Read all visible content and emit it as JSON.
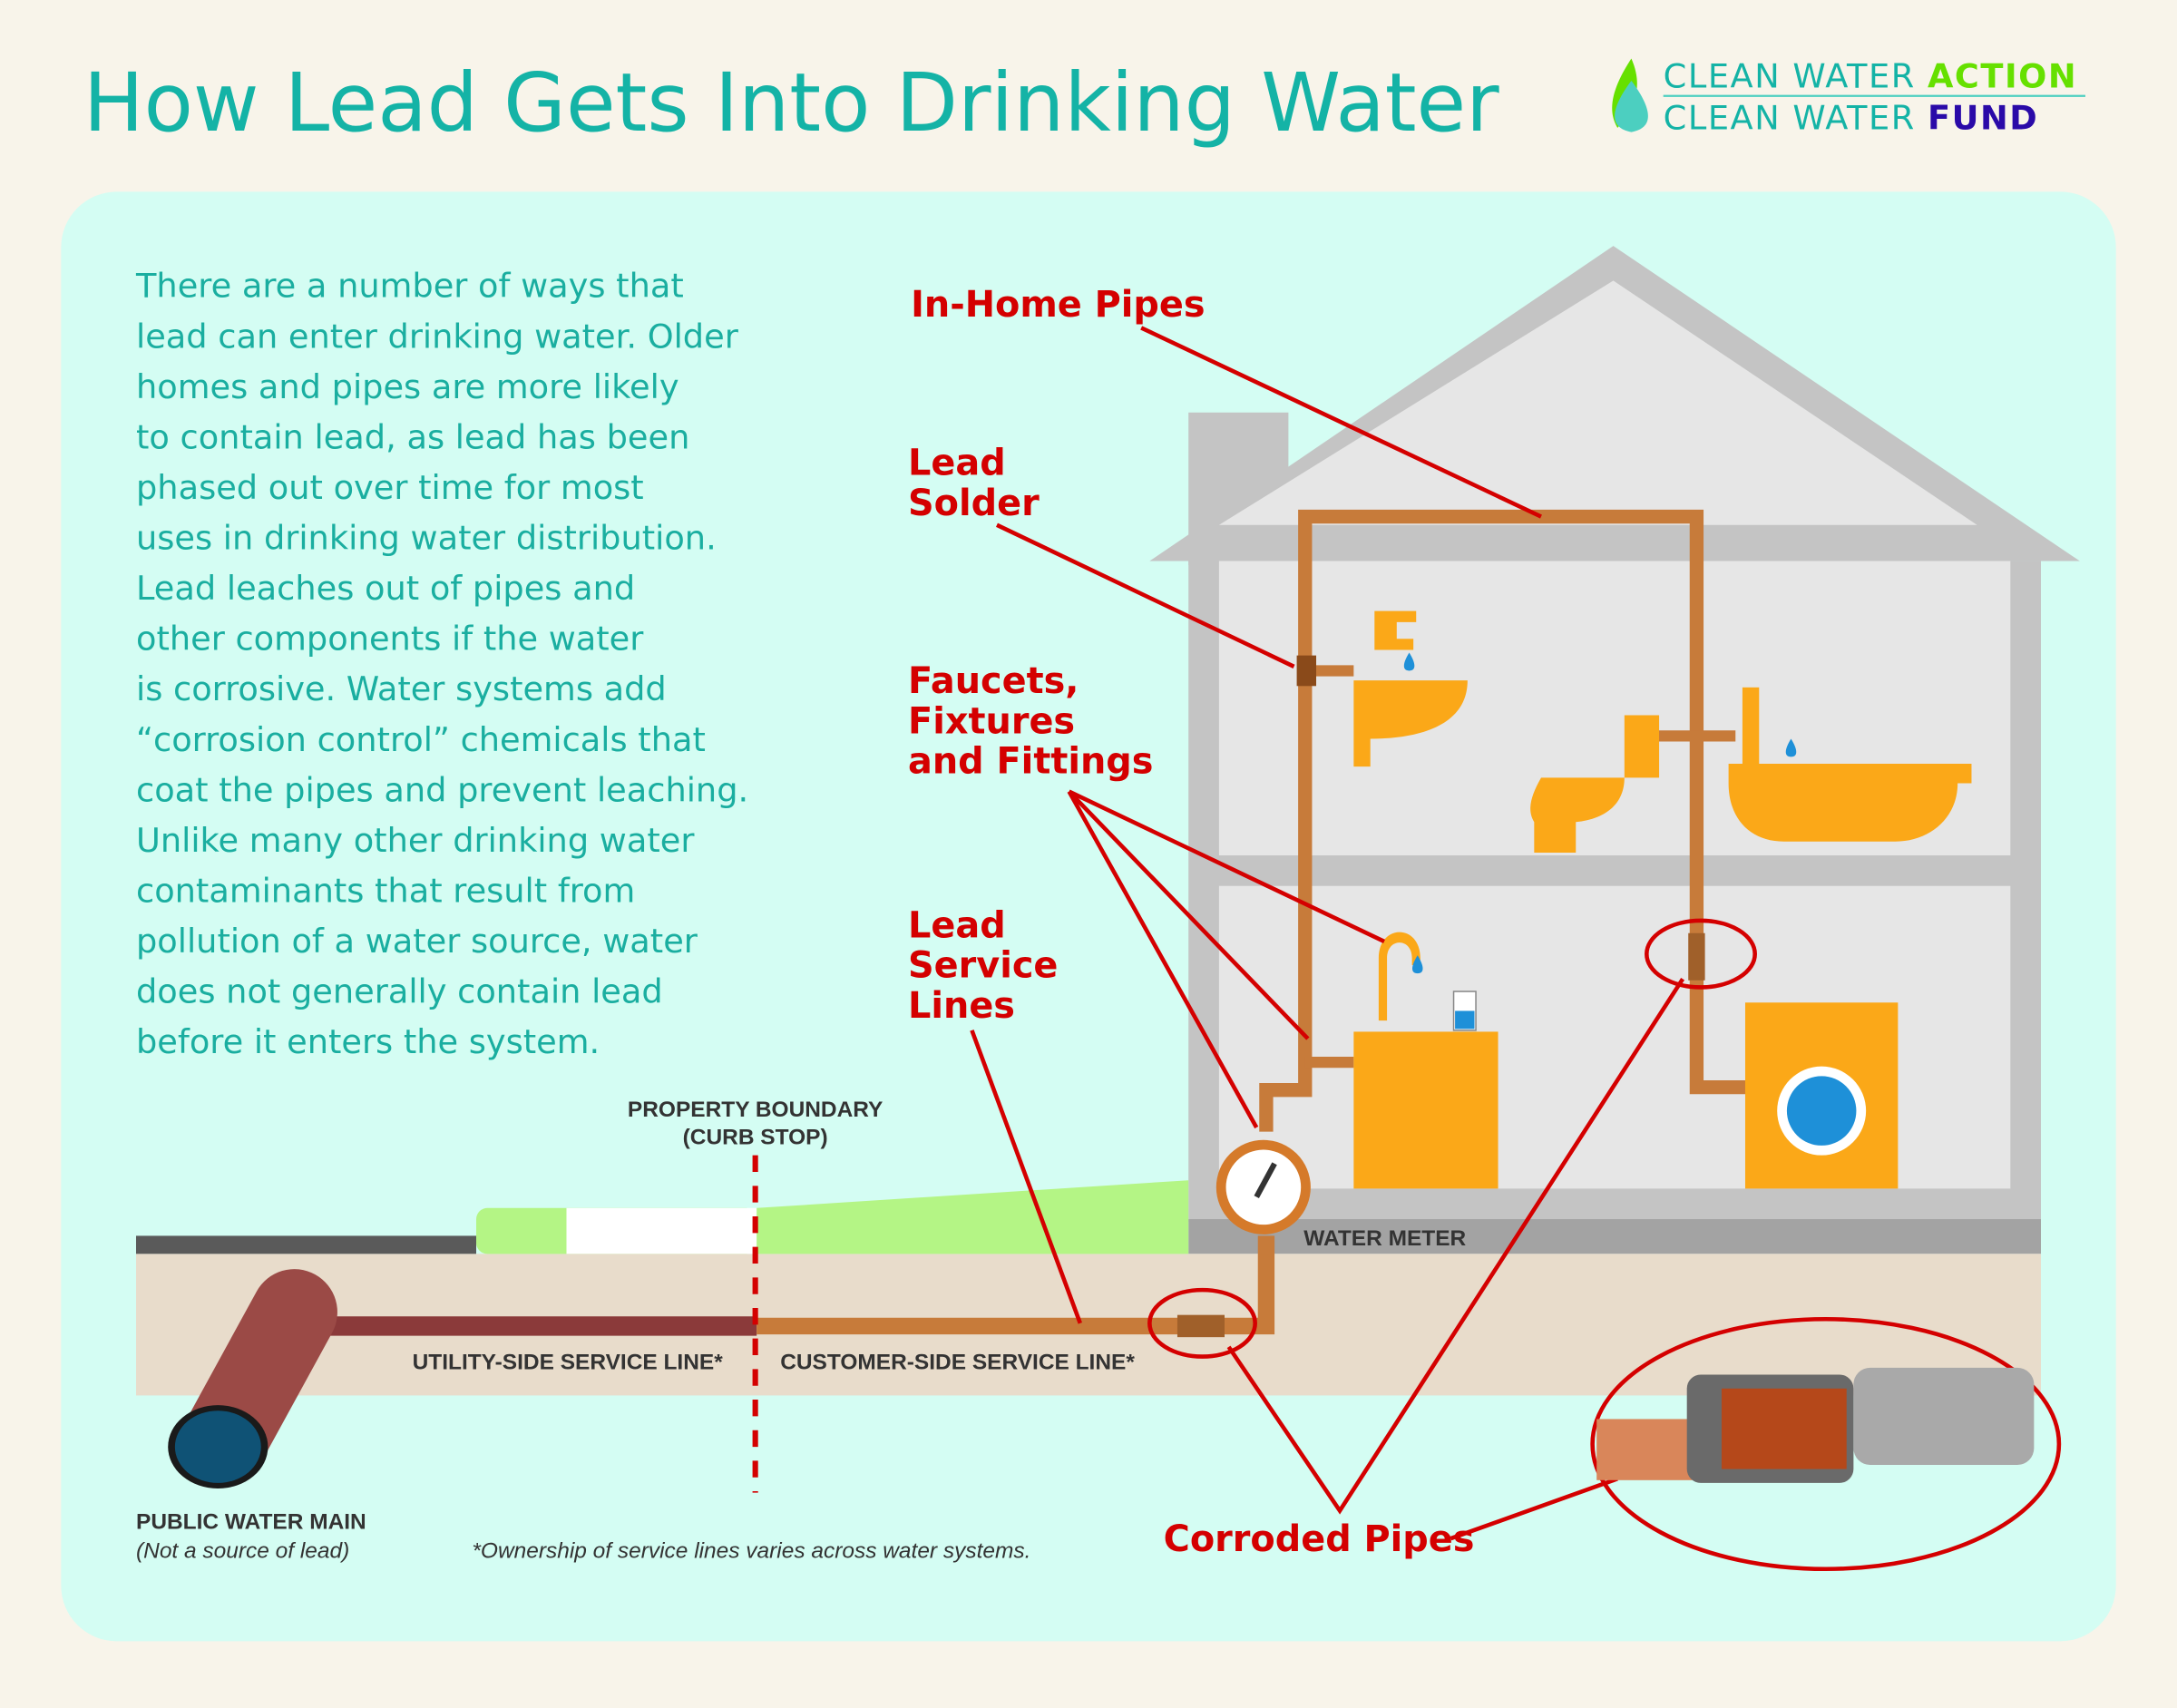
{
  "title": "How Lead Gets Into Drinking Water",
  "logo": {
    "line1_a": "CLEAN WATER ",
    "line1_b": "ACTION",
    "line2_a": "CLEAN WATER ",
    "line2_b": "FUND",
    "colors": {
      "teal": "#14b3a6",
      "green": "#66e000",
      "purple": "#2a0aa8"
    }
  },
  "intro_lines": [
    "There are a number of ways that",
    "lead can enter drinking water. Older",
    "homes and pipes are more likely",
    "to contain lead, as lead has been",
    "phased out over time for most",
    "uses in drinking water distribution.",
    "Lead leaches out of pipes and",
    "other components if the water",
    "is corrosive. Water systems add",
    "“corrosion control” chemicals that",
    "coat the pipes and prevent leaching.",
    "Unlike many other drinking water",
    "contaminants that result from",
    "pollution of a water source, water",
    "does not generally contain lead",
    "before it enters the system."
  ],
  "callouts": {
    "in_home_pipes": "In-Home Pipes",
    "lead_solder": [
      "Lead",
      "Solder"
    ],
    "faucets": [
      "Faucets,",
      "Fixtures",
      "and Fittings"
    ],
    "service_lines": [
      "Lead",
      "Service",
      "Lines"
    ],
    "corroded": "Corroded Pipes"
  },
  "labels": {
    "property_boundary": [
      "PROPERTY BOUNDARY",
      "(CURB STOP)"
    ],
    "water_meter": "WATER METER",
    "utility_side": "UTILITY-SIDE SERVICE LINE*",
    "customer_side": "CUSTOMER-SIDE SERVICE LINE*",
    "water_main": "PUBLIC WATER MAIN",
    "water_main_note": "(Not a source of lead)",
    "footnote": "*Ownership of service lines varies across water systems."
  },
  "colors": {
    "callout_red": "#d40000",
    "copper": "#c77b3a",
    "fixture_orange": "#fba818",
    "panel": "#d4fdf3"
  }
}
